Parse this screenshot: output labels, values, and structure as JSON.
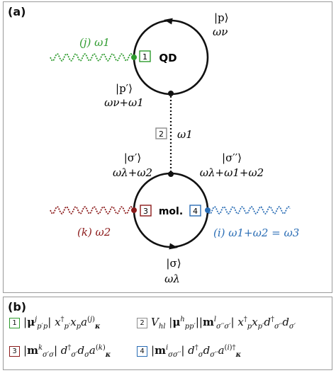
{
  "panel_a": {
    "label": "(a)",
    "qd": {
      "label": "QD",
      "state_top_ket": "|p⟩",
      "state_top_freq": "ων",
      "state_bottom_ket": "|p′⟩",
      "state_bottom_freq": "ων+ω1"
    },
    "mol": {
      "label": "mol.",
      "state_topleft_ket": "|σ′⟩",
      "state_topleft_freq": "ωλ+ω2",
      "state_topright_ket": "|σ′′⟩",
      "state_topright_freq": "ωλ+ω1+ω2",
      "state_bottom_ket": "|σ⟩",
      "state_bottom_freq": "ωλ"
    },
    "field_j": "(j) ω1",
    "field_k": "(k) ω2",
    "field_i": "(i) ω1+ω2 = ω3",
    "coupling_freq": "ω1",
    "boxes": [
      "1",
      "2",
      "3",
      "4"
    ],
    "colors": {
      "green": "#2e9b2e",
      "red": "#8b1a1a",
      "blue": "#2a6db5",
      "gray": "#8c8c8c"
    }
  },
  "panel_b": {
    "label": "(b)",
    "boxes": [
      "1",
      "2",
      "3",
      "4"
    ]
  }
}
